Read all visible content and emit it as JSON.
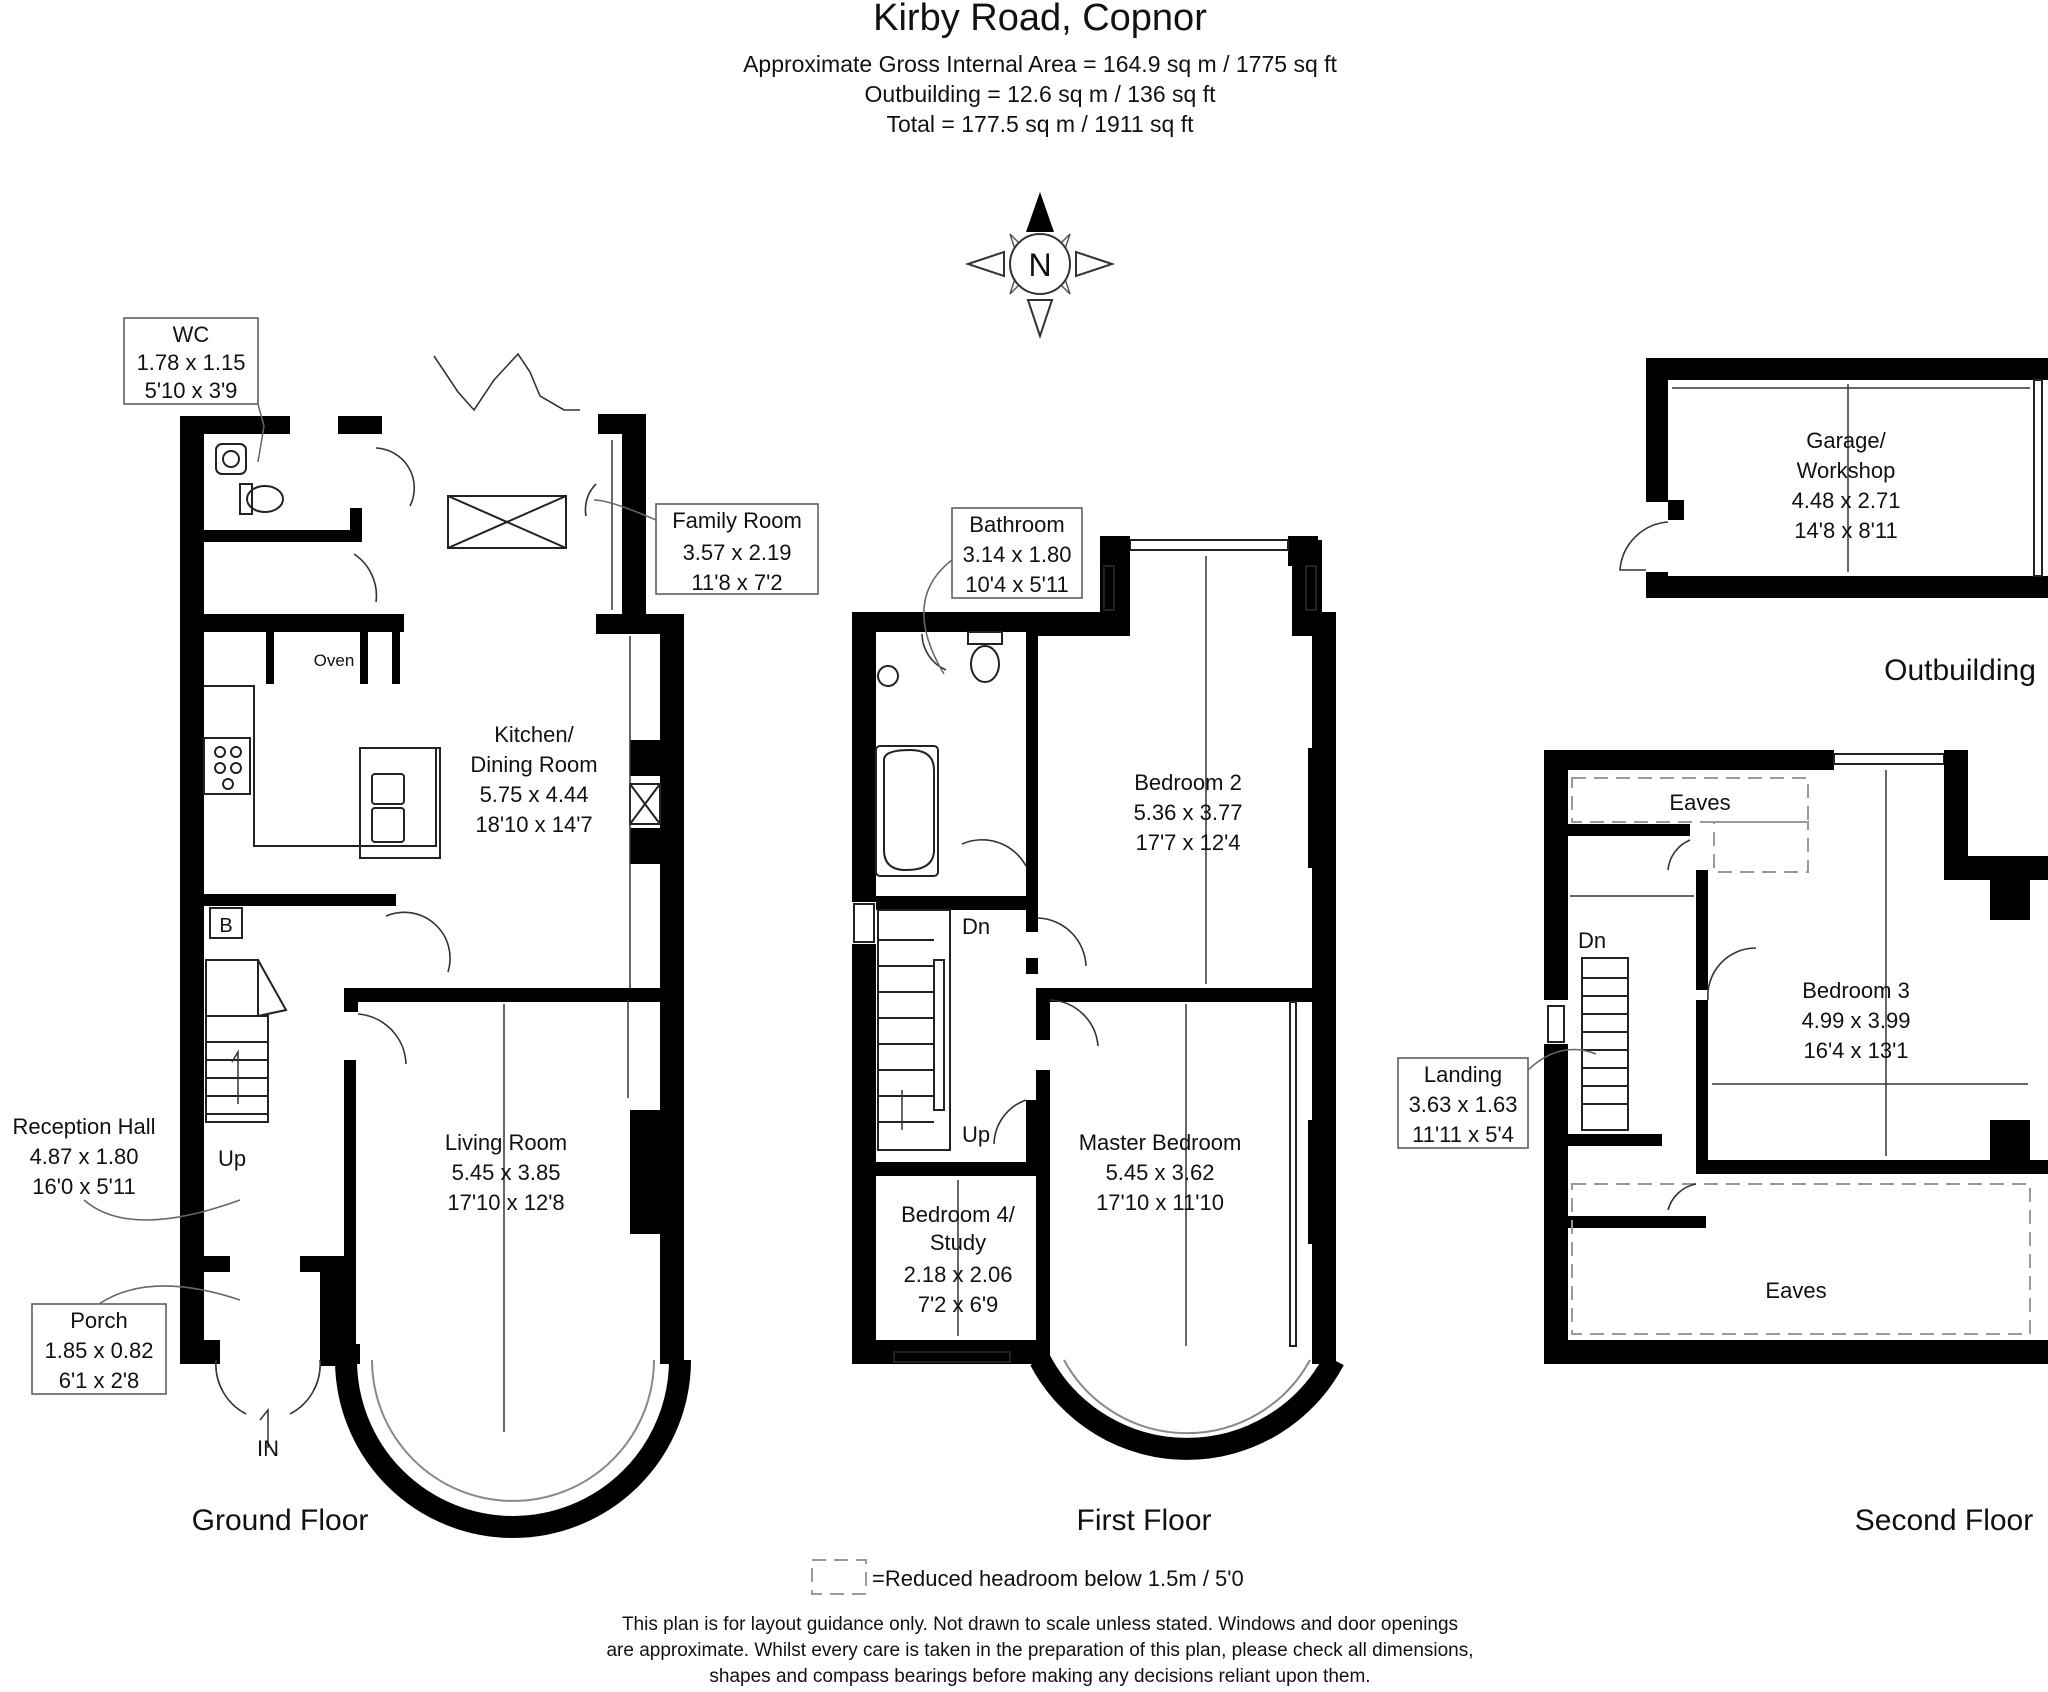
{
  "header": {
    "title": "Kirby Road, Copnor",
    "gross_area": "Approximate Gross Internal Area = 164.9 sq m / 1775 sq ft",
    "outbuilding_area": "Outbuilding = 12.6 sq m / 136 sq ft",
    "total_area": "Total = 177.5 sq m / 1911 sq ft"
  },
  "compass": {
    "letter": "N"
  },
  "floors": {
    "ground": "Ground Floor",
    "first": "First Floor",
    "second": "Second Floor",
    "outbuilding": "Outbuilding"
  },
  "rooms": {
    "wc": {
      "name": "WC",
      "metric": "1.78 x 1.15",
      "imperial": "5'10 x 3'9"
    },
    "family": {
      "name": "Family Room",
      "metric": "3.57 x 2.19",
      "imperial": "11'8 x 7'2"
    },
    "kitchen": {
      "name1": "Kitchen/",
      "name2": "Dining Room",
      "metric": "5.75 x 4.44",
      "imperial": "18'10 x 14'7"
    },
    "reception": {
      "name": "Reception Hall",
      "metric": "4.87 x 1.80",
      "imperial": "16'0 x 5'11"
    },
    "living": {
      "name": "Living Room",
      "metric": "5.45 x 3.85",
      "imperial": "17'10 x 12'8"
    },
    "porch": {
      "name": "Porch",
      "metric": "1.85 x 0.82",
      "imperial": "6'1 x 2'8"
    },
    "bathroom": {
      "name": "Bathroom",
      "metric": "3.14 x 1.80",
      "imperial": "10'4 x 5'11"
    },
    "bedroom2": {
      "name": "Bedroom 2",
      "metric": "5.36 x 3.77",
      "imperial": "17'7 x 12'4"
    },
    "master": {
      "name": "Master Bedroom",
      "metric": "5.45 x 3.62",
      "imperial": "17'10 x 11'10"
    },
    "bedroom4": {
      "name1": "Bedroom 4/",
      "name2": "Study",
      "metric": "2.18 x 2.06",
      "imperial": "7'2 x 6'9"
    },
    "garage": {
      "name1": "Garage/",
      "name2": "Workshop",
      "metric": "4.48 x 2.71",
      "imperial": "14'8 x 8'11"
    },
    "landing": {
      "name": "Landing",
      "metric": "3.63 x 1.63",
      "imperial": "11'11 x 5'4"
    },
    "bedroom3": {
      "name": "Bedroom 3",
      "metric": "4.99 x 3.99",
      "imperial": "16'4 x 13'1"
    },
    "eaves_top": {
      "name": "Eaves"
    },
    "eaves_bottom": {
      "name": "Eaves"
    }
  },
  "fixtures": {
    "oven": "Oven",
    "boiler": "B",
    "up_ground": "Up",
    "dn_first": "Dn",
    "up_first": "Up",
    "dn_second": "Dn",
    "entrance": "IN"
  },
  "legend": {
    "reduced_headroom": "=Reduced headroom below 1.5m / 5'0"
  },
  "disclaimer": {
    "line1": "This plan is for layout guidance only. Not drawn to scale unless stated. Windows and door openings",
    "line2": "are approximate. Whilst every care is taken in the preparation of this plan, please check all dimensions,",
    "line3": "shapes and compass bearings before making any decisions reliant upon them."
  }
}
